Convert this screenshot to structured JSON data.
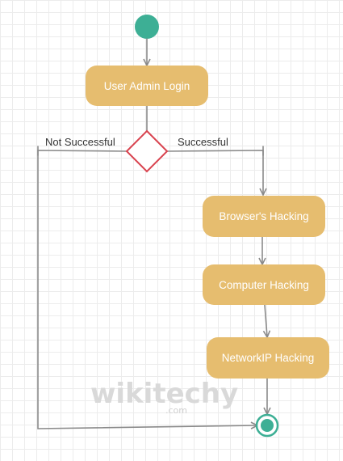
{
  "diagram": {
    "nodes": {
      "login": "User Admin Login",
      "browser": "Browser's Hacking",
      "computer": "Computer Hacking",
      "network": "NetworkIP Hacking"
    },
    "labels": {
      "not_successful": "Not Successful",
      "successful": "Successful"
    },
    "colors": {
      "action_fill": "#e6bd6f",
      "start_end": "#3daf95",
      "decision_stroke": "#d9434f",
      "connector": "#8a8a8a"
    }
  },
  "watermark": {
    "brand": "wikitechy",
    "suffix": ".com"
  }
}
